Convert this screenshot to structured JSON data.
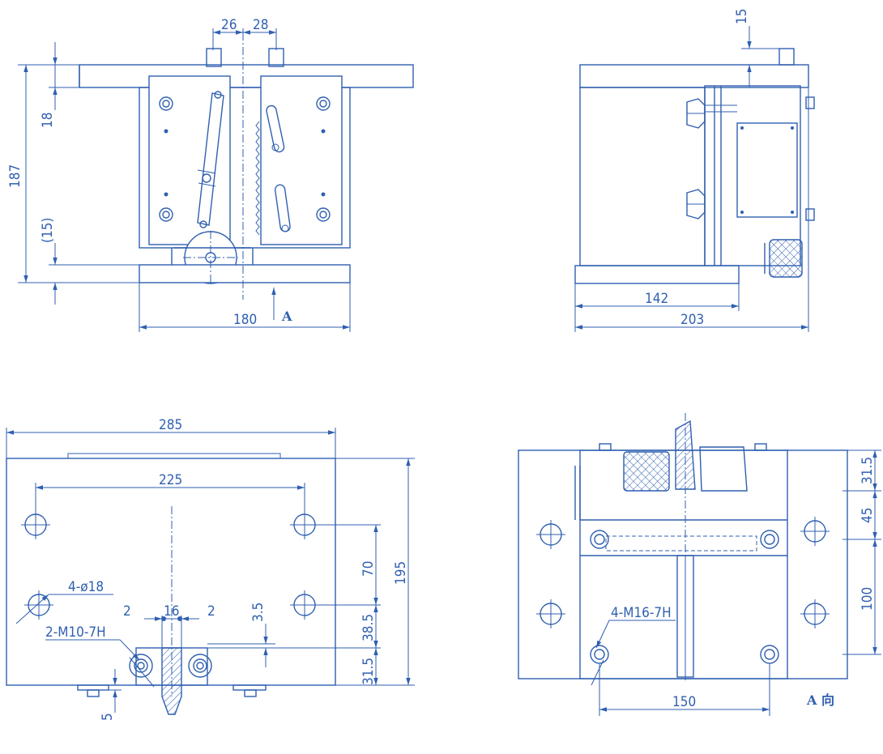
{
  "colors": {
    "ink": "#2f5fb0",
    "paper": "#ffffff"
  },
  "front_view": {
    "dim_26": "26",
    "dim_28": "28",
    "dim_187": "187",
    "dim_18": "18",
    "dim_15_ref": "(15)",
    "dim_180": "180",
    "view_arrow": "A"
  },
  "side_view": {
    "dim_15": "15",
    "dim_142": "142",
    "dim_203": "203"
  },
  "bottom_left_view": {
    "dim_285": "285",
    "dim_225": "225",
    "dim_195": "195",
    "dim_70": "70",
    "dim_38_5": "38.5",
    "dim_31_5": "31.5",
    "dim_3_5": "3.5",
    "dim_5": "5",
    "dim_2_left": "2",
    "dim_16": "16",
    "dim_2_right": "2",
    "holes_note": "4-ø18",
    "thread_note": "2-M10-7H"
  },
  "a_view": {
    "dim_31_5": "31.5",
    "dim_45": "45",
    "dim_100": "100",
    "dim_150": "150",
    "thread_note": "4-M16-7H",
    "view_label": "A 向"
  }
}
